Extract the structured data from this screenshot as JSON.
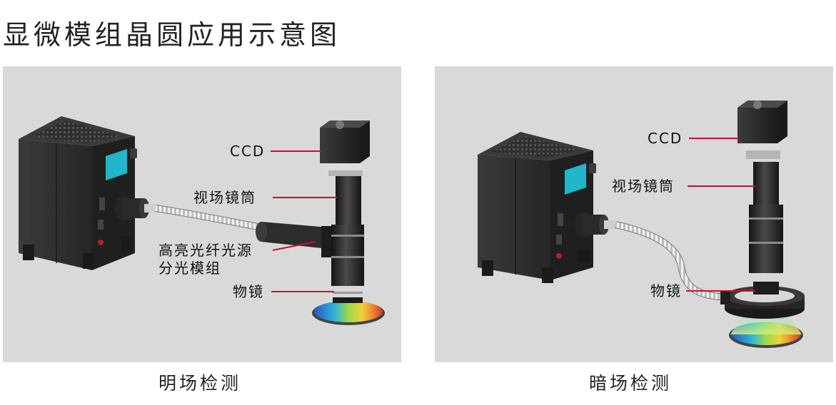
{
  "title": "显微模组晶圆应用示意图",
  "bright_field": {
    "caption": "明场检测",
    "labels": {
      "ccd": "CCD",
      "field_tube": "视场镜筒",
      "light_module_line1": "高亮光纤光源",
      "light_module_line2": "分光模组",
      "objective": "物镜"
    }
  },
  "dark_field": {
    "caption": "暗场检测",
    "labels": {
      "ccd": "CCD",
      "field_tube": "视场镜筒",
      "objective": "物镜"
    }
  },
  "colors": {
    "panel_background": "#d9d9d9",
    "callout_line": "#c8102e",
    "screen": "#1fb7c9",
    "housing": "#2b2b2b"
  }
}
